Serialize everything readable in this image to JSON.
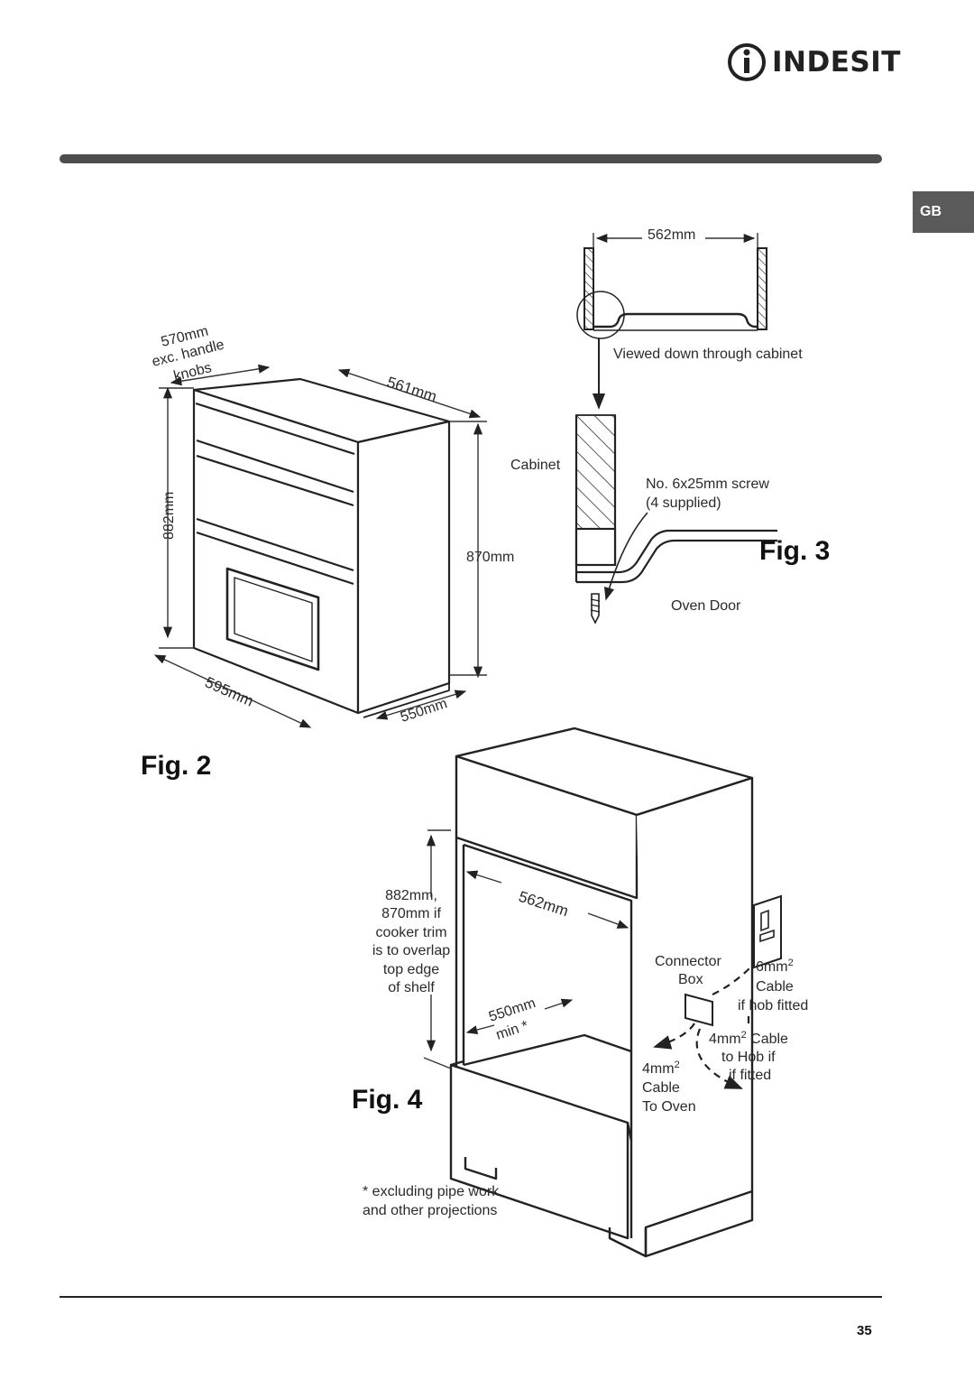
{
  "brand": {
    "name": "INDESIT",
    "logo_icon": "indesit-i-icon"
  },
  "language_tab": "GB",
  "fig2": {
    "label": "Fig. 2",
    "dim_width_note_1": "570mm",
    "dim_width_note_2": "exc. handle",
    "dim_width_note_3": "knobs",
    "dim_depth_top": "561mm",
    "dim_height_left": "882mm",
    "dim_height_right": "870mm",
    "dim_width_bottom": "595mm",
    "dim_depth_bottom": "550mm"
  },
  "fig3": {
    "label": "Fig. 3",
    "dim_top": "562mm",
    "note_view": "Viewed down through cabinet",
    "label_cabinet": "Cabinet",
    "label_screw_1": "No. 6x25mm screw",
    "label_screw_2": "(4 supplied)",
    "label_door": "Oven Door"
  },
  "fig4": {
    "label": "Fig. 4",
    "height_note": [
      "882mm,",
      "870mm if",
      "cooker trim",
      "is to overlap",
      "top edge",
      "of shelf"
    ],
    "dim_width": "562mm",
    "dim_depth_1": "550mm",
    "dim_depth_2": "min *",
    "connector_1": "Connector",
    "connector_2": "Box",
    "cable_hob_a_1": "6mm",
    "cable_hob_a_sup": "2",
    "cable_hob_a_2": "Cable",
    "cable_hob_a_3": "if hob fitted",
    "cable_hob_b_1": "4mm",
    "cable_hob_b_sup": "2",
    "cable_hob_b_1b": " Cable",
    "cable_hob_b_2": "to Hob if",
    "cable_hob_b_3": "if fitted",
    "cable_oven_1": "4mm",
    "cable_oven_sup": "2",
    "cable_oven_2": "Cable",
    "cable_oven_3": "To Oven",
    "footnote_1": "* excluding pipe work",
    "footnote_2": "and other projections"
  },
  "page_number": "35"
}
